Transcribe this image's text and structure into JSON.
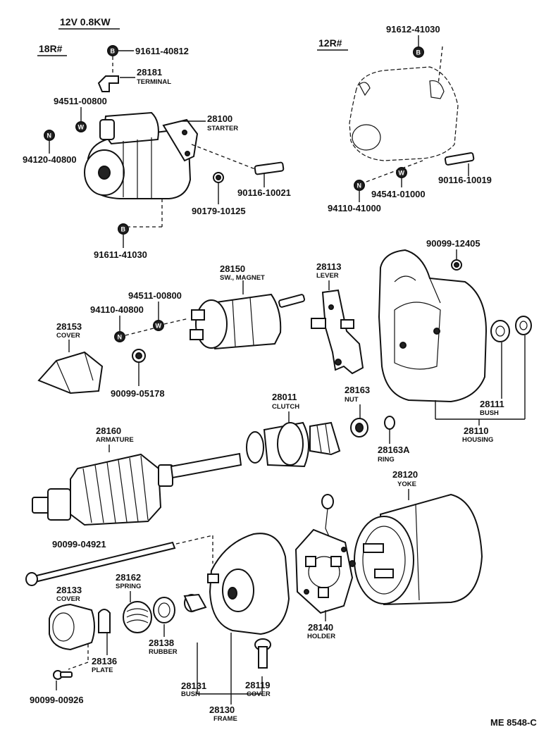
{
  "header": {
    "spec": "12V 0.8KW",
    "variant_18r": "18R#",
    "variant_12r": "12R#",
    "code": "ME 8548-C"
  },
  "symbols": {
    "b": "B",
    "n": "N",
    "w": "W"
  },
  "parts": {
    "p91611_40812": "91611-40812",
    "p28181": {
      "num": "28181",
      "name": "TERMINAL"
    },
    "p94511_00800a": "94511-00800",
    "p94120_40800": "94120-40800",
    "p28100": {
      "num": "28100",
      "name": "STARTER"
    },
    "p90116_10021": "90116-10021",
    "p90179_10125": "90179-10125",
    "p91611_41030": "91611-41030",
    "p91612_41030": "91612-41030",
    "p90116_10019": "90116-10019",
    "p94541_01000": "94541-01000",
    "p94110_41000": "94110-41000",
    "p90099_12405": "90099-12405",
    "p28150": {
      "num": "28150",
      "name": "SW., MAGNET"
    },
    "p28113": {
      "num": "28113",
      "name": "LEVER"
    },
    "p94511_00800b": "94511-00800",
    "p94110_40800": "94110-40800",
    "p28153": {
      "num": "28153",
      "name": "COVER"
    },
    "p90099_05178": "90099-05178",
    "p28011": {
      "num": "28011",
      "name": "CLUTCH"
    },
    "p28163": {
      "num": "28163",
      "name": "NUT"
    },
    "p28111": {
      "num": "28111",
      "name": "BUSH"
    },
    "p28110": {
      "num": "28110",
      "name": "HOUSING"
    },
    "p28160": {
      "num": "28160",
      "name": "ARMATURE"
    },
    "p28163a": {
      "num": "28163A",
      "name": "RING"
    },
    "p28120": {
      "num": "28120",
      "name": "YOKE"
    },
    "p90099_04921": "90099-04921",
    "p28162": {
      "num": "28162",
      "name": "SPRING"
    },
    "p28133": {
      "num": "28133",
      "name": "COVER"
    },
    "p28138": {
      "num": "28138",
      "name": "RUBBER"
    },
    "p28136": {
      "num": "28136",
      "name": "PLATE"
    },
    "p28140": {
      "num": "28140",
      "name": "HOLDER"
    },
    "p28131": {
      "num": "28131",
      "name": "BUSH"
    },
    "p28119": {
      "num": "28119",
      "name": "COVER"
    },
    "p28130": {
      "num": "28130",
      "name": "FRAME"
    },
    "p90099_00926": "90099-00926"
  }
}
